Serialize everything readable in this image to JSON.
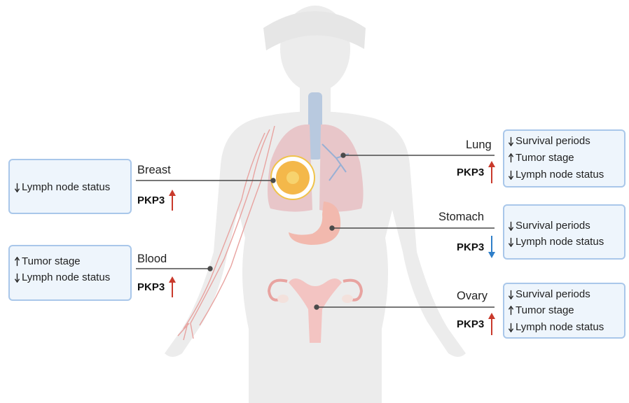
{
  "colors": {
    "box_fill": "#eef5fc",
    "box_border": "#a9c7ea",
    "up_arrow": "#c93a2c",
    "down_arrow": "#2f7fc9",
    "leader_line": "#4a4a4a"
  },
  "panels": {
    "breast": {
      "organ": "Breast",
      "gene": "PKP3",
      "gene_direction": "up",
      "items": [
        {
          "dir": "down",
          "text": "Lymph node status"
        }
      ]
    },
    "blood": {
      "organ": "Blood",
      "gene": "PKP3",
      "gene_direction": "up",
      "items": [
        {
          "dir": "up",
          "text": "Tumor stage"
        },
        {
          "dir": "down",
          "text": "Lymph node status"
        }
      ]
    },
    "lung": {
      "organ": "Lung",
      "gene": "PKP3",
      "gene_direction": "up",
      "items": [
        {
          "dir": "down",
          "text": "Survival periods"
        },
        {
          "dir": "up",
          "text": "Tumor stage"
        },
        {
          "dir": "down",
          "text": "Lymph node status"
        }
      ]
    },
    "stomach": {
      "organ": "Stomach",
      "gene": "PKP3",
      "gene_direction": "down",
      "items": [
        {
          "dir": "down",
          "text": "Survival periods"
        },
        {
          "dir": "down",
          "text": "Lymph node status"
        }
      ]
    },
    "ovary": {
      "organ": "Ovary",
      "gene": "PKP3",
      "gene_direction": "up",
      "items": [
        {
          "dir": "down",
          "text": "Survival periods"
        },
        {
          "dir": "up",
          "text": "Tumor stage"
        },
        {
          "dir": "down",
          "text": "Lymph node status"
        }
      ]
    }
  }
}
